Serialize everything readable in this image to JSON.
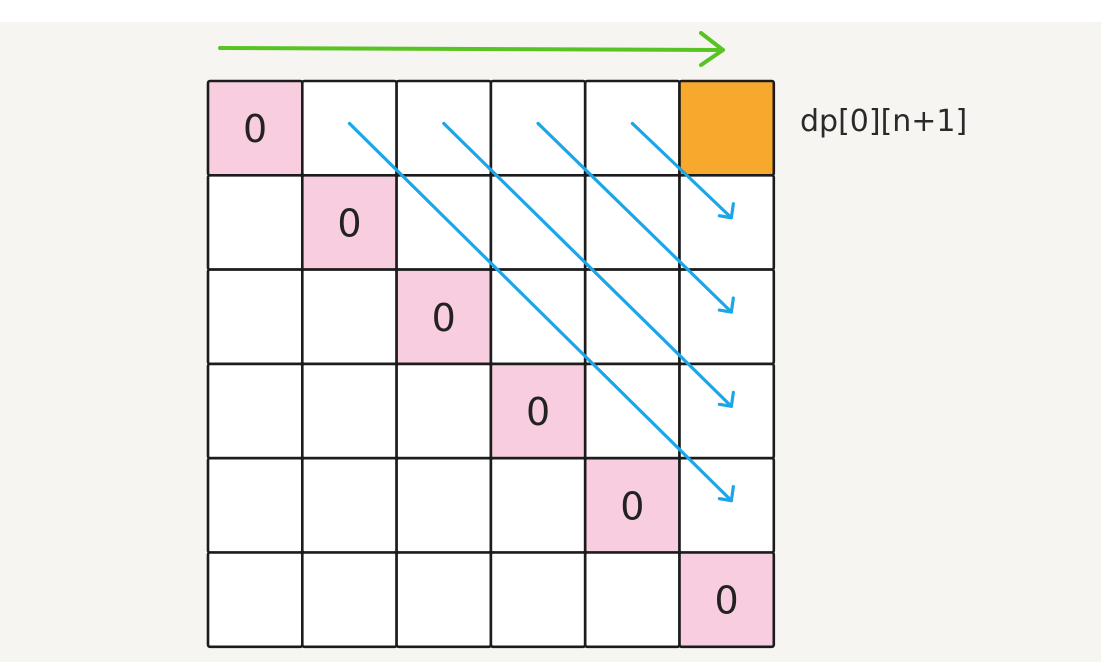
{
  "grid": {
    "rows": 6,
    "cols": 6,
    "diagonal_value": "0",
    "target_cell": {
      "row": 0,
      "col": 5
    }
  },
  "annotation": {
    "label": "dp[0][n+1]"
  },
  "colors": {
    "background": "#f6f5f2",
    "cell_fill": "#ffffff",
    "diagonal_fill": "#f9cde0",
    "target_fill": "#f6a92c",
    "border": "#1c1c1c",
    "horizontal_arrow": "#58c322",
    "diagonal_arrows": "#1ba6ea"
  },
  "arrows": {
    "horizontal": {
      "direction": "left-to-right"
    },
    "diagonals": [
      {
        "from": {
          "row": 0,
          "col": 1
        },
        "to": {
          "row": 4,
          "col": 5
        }
      },
      {
        "from": {
          "row": 0,
          "col": 2
        },
        "to": {
          "row": 3,
          "col": 5
        }
      },
      {
        "from": {
          "row": 0,
          "col": 3
        },
        "to": {
          "row": 2,
          "col": 5
        }
      },
      {
        "from": {
          "row": 0,
          "col": 4
        },
        "to": {
          "row": 1,
          "col": 5
        }
      }
    ]
  }
}
